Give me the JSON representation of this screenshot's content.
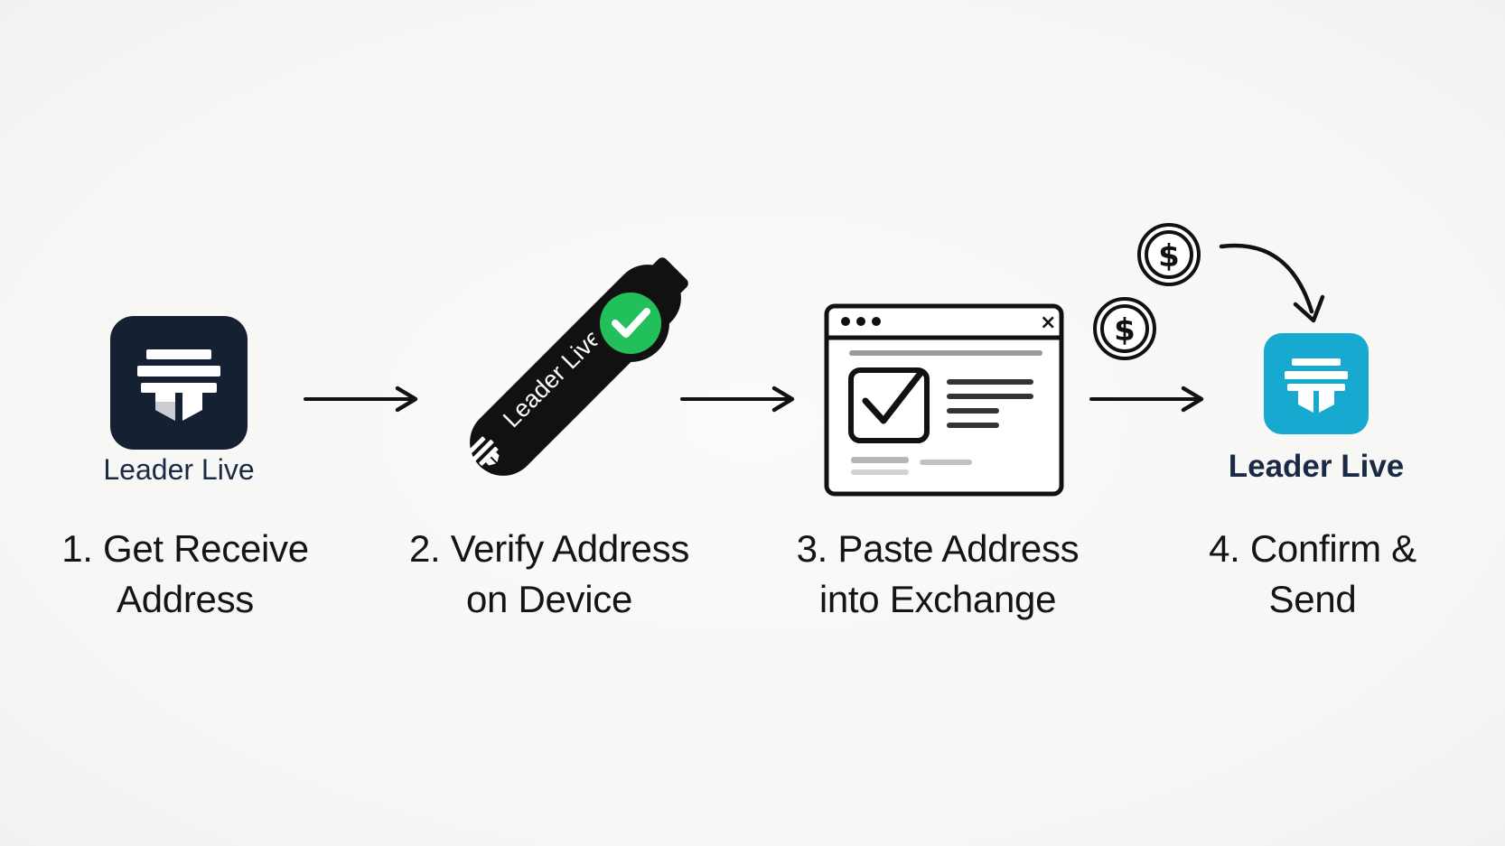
{
  "steps": [
    {
      "number": "1.",
      "line1": "1. Get Receive",
      "line2": "Address"
    },
    {
      "number": "2.",
      "line1": "2. Verify Address",
      "line2": "on Device"
    },
    {
      "number": "3.",
      "line1": "3. Paste Address",
      "line2": "into Exchange"
    },
    {
      "number": "4.",
      "line1": "4. Confirm &",
      "line2": "Send"
    }
  ],
  "app_name_step1": "Leader Live",
  "app_name_step4": "Leader Live",
  "device_label": "Leader Liver",
  "window_close_glyph": "×",
  "coin_symbol": "$",
  "colors": {
    "app_icon_dark": "#152033",
    "app_icon_cyan": "#17a9cf",
    "device_body": "#111111",
    "check_green": "#22c05a",
    "text": "#141414",
    "caption_navy": "#1b2a44"
  },
  "icons": [
    "leader-logo-icon",
    "right-arrow-icon",
    "usb-device-icon",
    "green-check-icon",
    "browser-window-icon",
    "checkbox-check-icon",
    "dollar-coin-icon",
    "curved-arrow-icon"
  ]
}
